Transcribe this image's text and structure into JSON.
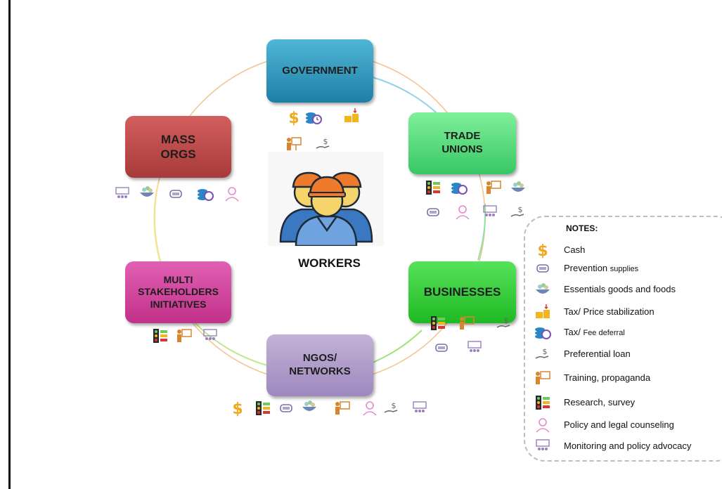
{
  "diagram": {
    "center_label": "WORKERS",
    "nodes": {
      "government": {
        "line1": "GOVERNMENT",
        "color": "#1e7fa6"
      },
      "trade_unions": {
        "line1": "TRADE",
        "line2": "UNIONS",
        "color": "#38c764"
      },
      "businesses": {
        "line1": "BUSINESSES",
        "color": "#1fb923"
      },
      "ngos": {
        "line1": "NGOS/",
        "line2": "NETWORKS",
        "color": "#9d88bd"
      },
      "msi": {
        "line1": "MULTI",
        "line2": "STAKEHOLDERS",
        "line3": "INITIATIVES",
        "color": "#c2318a"
      },
      "mass_orgs": {
        "line1": "MASS",
        "line2": "ORGS",
        "color": "#a83a3a"
      }
    }
  },
  "notes": {
    "title": "NOTES:",
    "items": [
      {
        "icon": "cash-icon",
        "label": "Cash",
        "small": ""
      },
      {
        "icon": "mask-icon",
        "label": "Prevention ",
        "small": "supplies"
      },
      {
        "icon": "food-bowl-icon",
        "label": "Essentials goods and foods",
        "small": ""
      },
      {
        "icon": "tax-stabilization-icon",
        "label": "Tax/ Price stabilization",
        "small": ""
      },
      {
        "icon": "fee-deferral-icon",
        "label": "Tax/ ",
        "small": "Fee deferral"
      },
      {
        "icon": "loan-icon",
        "label": "Preferential loan",
        "small": ""
      },
      {
        "icon": "training-icon",
        "label": "Training, propaganda",
        "small": ""
      },
      {
        "icon": "research-icon",
        "label": "Research, survey",
        "small": ""
      },
      {
        "icon": "counseling-icon",
        "label": "Policy and legal counseling",
        "small": ""
      },
      {
        "icon": "advocacy-icon",
        "label": "Monitoring and policy advocacy",
        "small": ""
      }
    ]
  },
  "colors": {
    "ring": "#cccccc",
    "notes_border": "#bdbdbd",
    "cash": "#f2a81d",
    "mask": "#7b6fa8",
    "coins": "#2a86c7",
    "purple_icon": "#b48ad8"
  }
}
